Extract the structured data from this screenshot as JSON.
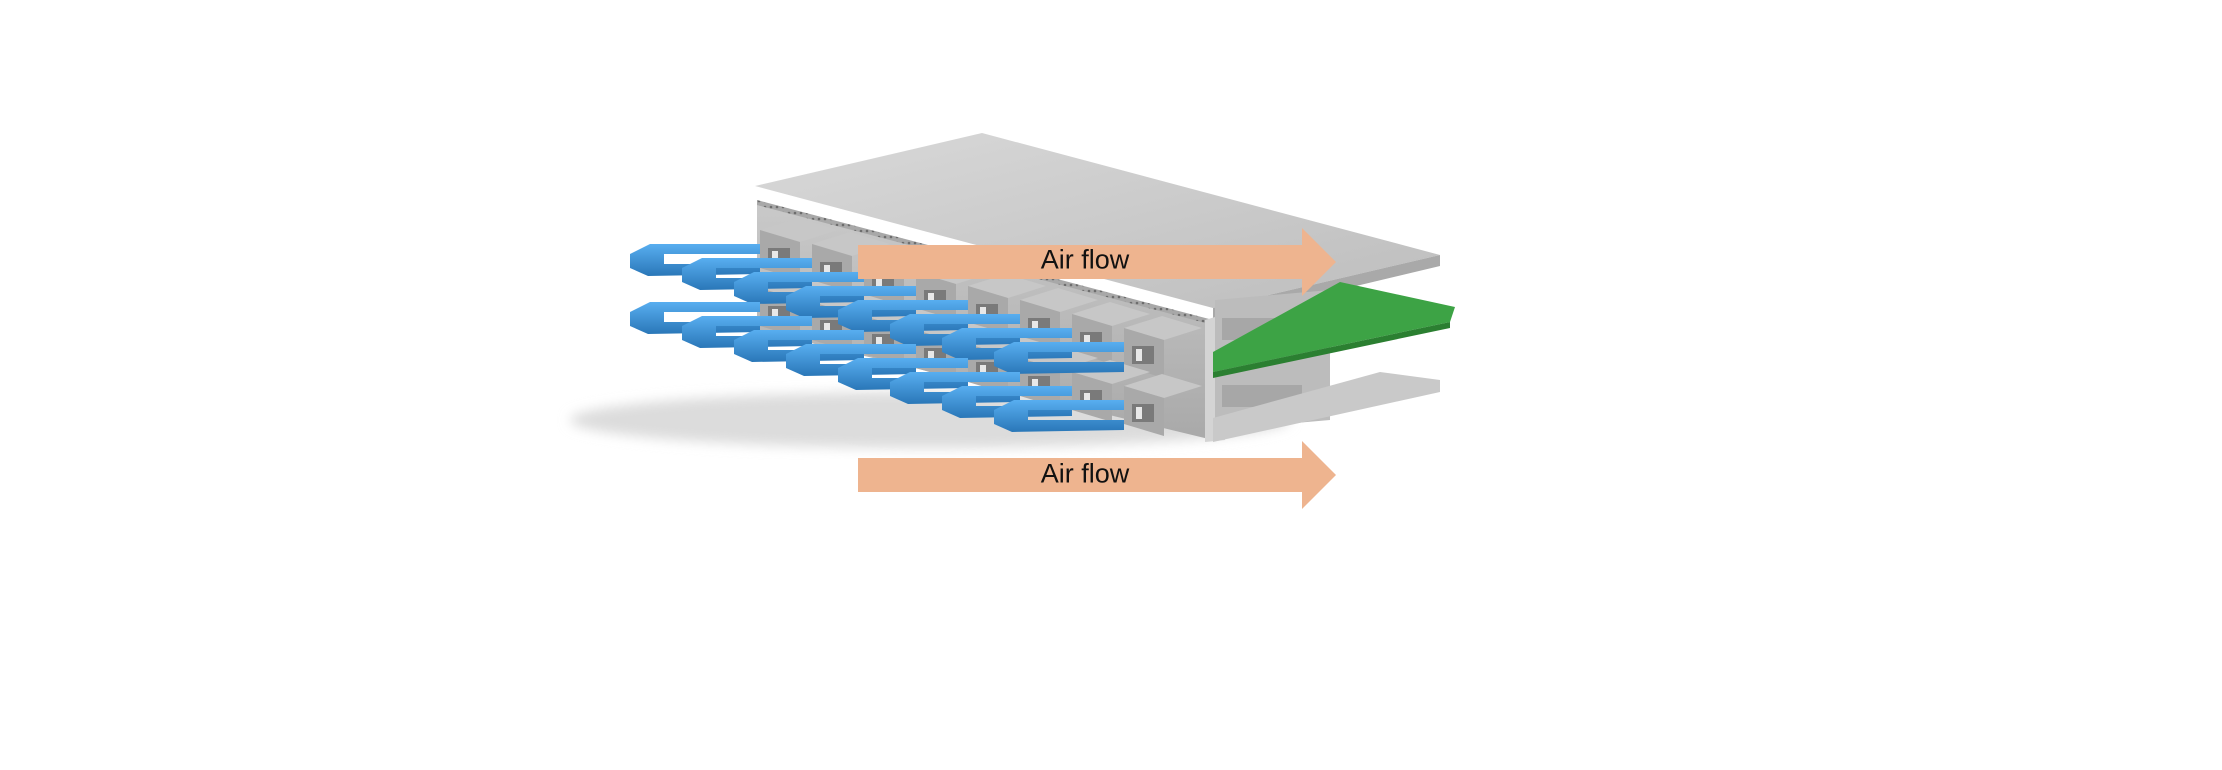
{
  "labels": {
    "top_arrow": "Air flow",
    "bottom_arrow": "Air flow"
  },
  "colors": {
    "arrow": "#eeb48f",
    "chassis_top": "#cfcfcf",
    "chassis_front": "#b9b9b9",
    "pcb": "#3da345",
    "module_blue": "#3c95d9",
    "module_blue_dark": "#2a77b8",
    "module_silver": "#c7c7c7"
  },
  "modules": {
    "upper_row_count": 8,
    "lower_row_count": 8
  }
}
